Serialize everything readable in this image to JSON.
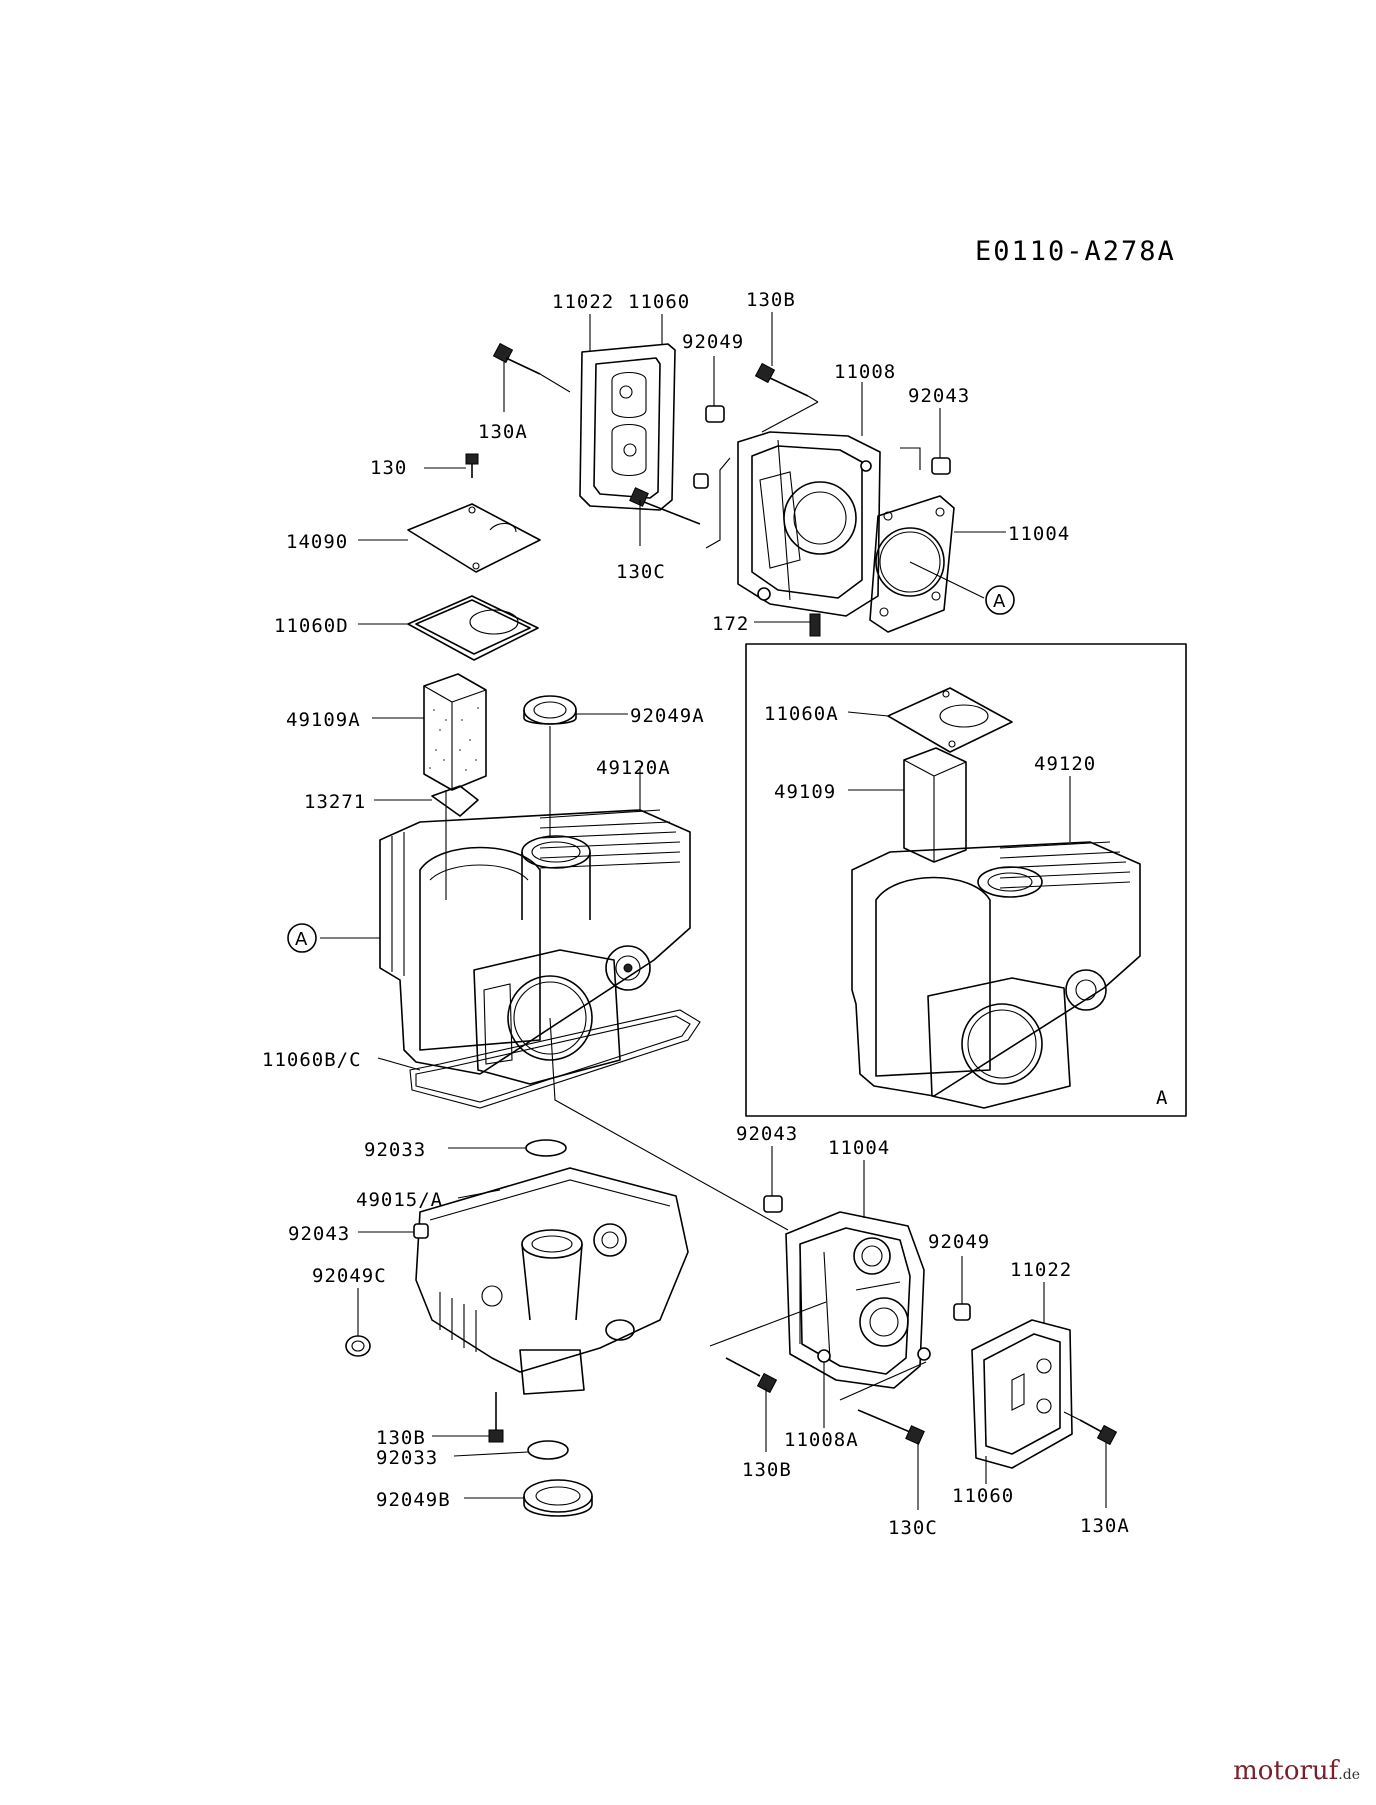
{
  "diagram": {
    "code": "E0110-A278A",
    "inset_label": "A",
    "callout_a": "A",
    "labels": {
      "l_11022_top": "11022",
      "l_11060_top": "11060",
      "l_130B_top": "130B",
      "l_92049_top": "92049",
      "l_11008": "11008",
      "l_92043_top": "92043",
      "l_130A_top": "130A",
      "l_130": "130",
      "l_14090": "14090",
      "l_11004_top": "11004",
      "l_130C_top": "130C",
      "l_172": "172",
      "l_11060D": "11060D",
      "l_49109A": "49109A",
      "l_92049A": "92049A",
      "l_49120A": "49120A",
      "l_13271": "13271",
      "l_11060B_C": "11060B/C",
      "l_11060A": "11060A",
      "l_49120": "49120",
      "l_49109": "49109",
      "l_92043_mid": "92043",
      "l_11004_bot": "11004",
      "l_92033_top": "92033",
      "l_49015_A": "49015/A",
      "l_92043_left": "92043",
      "l_92049C": "92049C",
      "l_92049_bot": "92049",
      "l_11022_bot": "11022",
      "l_130B_left": "130B",
      "l_92033_bot": "92033",
      "l_92049B": "92049B",
      "l_11008A": "11008A",
      "l_130B_bot": "130B",
      "l_11060_bot": "11060",
      "l_130C_bot": "130C",
      "l_130A_bot": "130A"
    }
  },
  "watermark": {
    "brand": "motoruf",
    "tld": ".de"
  }
}
